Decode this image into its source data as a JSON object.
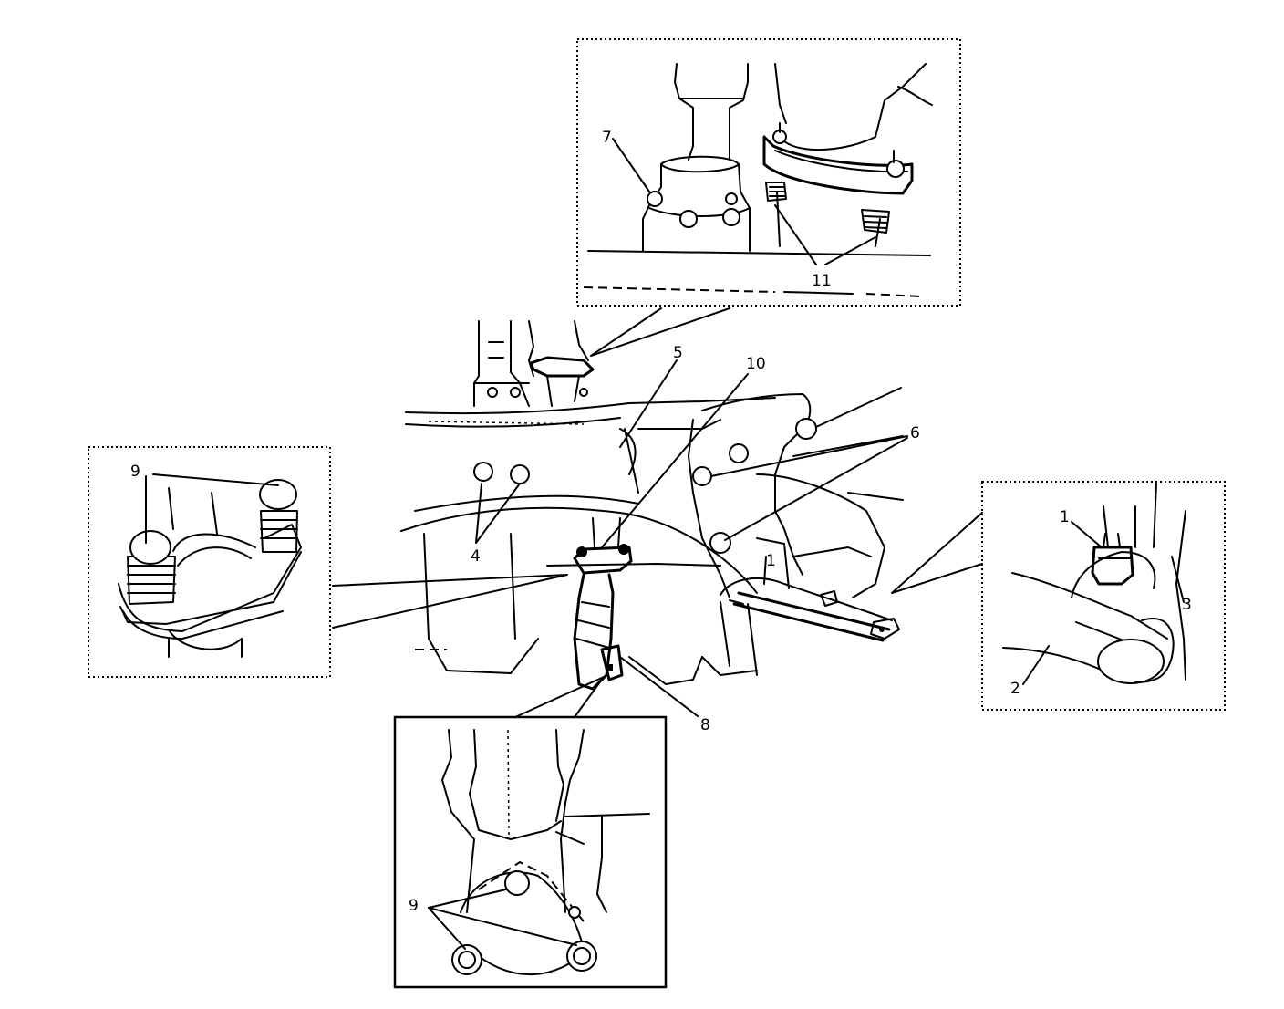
{
  "callouts": {
    "c1_main": "1",
    "c1_detail": "1",
    "c2": "2",
    "c3": "3",
    "c4": "4",
    "c5": "5",
    "c6": "6",
    "c7": "7",
    "c8": "8",
    "c9_left": "9",
    "c9_bottom": "9",
    "c10": "10",
    "c11": "11"
  }
}
